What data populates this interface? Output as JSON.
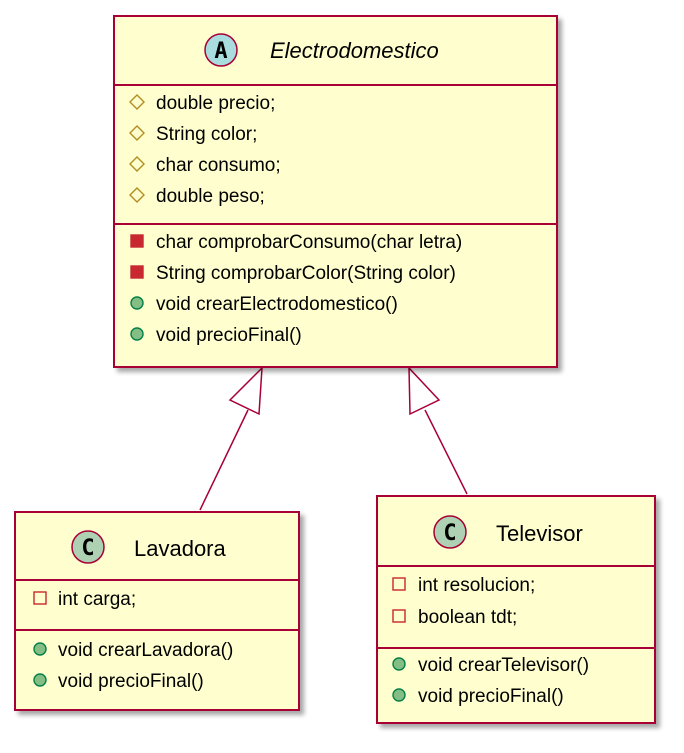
{
  "classes": {
    "electrodomestico": {
      "stereotype_letter": "A",
      "stereotype_color": "#A9DCDF",
      "name": "Electrodomestico",
      "attributes": [
        {
          "visibility": "protected",
          "text": "double precio;"
        },
        {
          "visibility": "protected",
          "text": "String color;"
        },
        {
          "visibility": "protected",
          "text": "char consumo;"
        },
        {
          "visibility": "protected",
          "text": "double peso;"
        }
      ],
      "methods": [
        {
          "visibility": "private",
          "text": "char comprobarConsumo(char letra)"
        },
        {
          "visibility": "private",
          "text": "String comprobarColor(String color)"
        },
        {
          "visibility": "public",
          "text": "void crearElectrodomestico()"
        },
        {
          "visibility": "public",
          "text": "void precioFinal()"
        }
      ]
    },
    "lavadora": {
      "stereotype_letter": "C",
      "stereotype_color": "#ADD1B2",
      "name": "Lavadora",
      "attributes": [
        {
          "visibility": "private",
          "text": "int carga;"
        }
      ],
      "methods": [
        {
          "visibility": "public",
          "text": "void crearLavadora()"
        },
        {
          "visibility": "public",
          "text": "void precioFinal()"
        }
      ]
    },
    "televisor": {
      "stereotype_letter": "C",
      "stereotype_color": "#ADD1B2",
      "name": "Televisor",
      "attributes": [
        {
          "visibility": "private",
          "text": "int resolucion;"
        },
        {
          "visibility": "private",
          "text": "boolean tdt;"
        }
      ],
      "methods": [
        {
          "visibility": "public",
          "text": "void crearTelevisor()"
        },
        {
          "visibility": "public",
          "text": "void precioFinal()"
        }
      ]
    }
  },
  "relations": [
    {
      "type": "inheritance",
      "from": "lavadora",
      "to": "electrodomestico"
    },
    {
      "type": "inheritance",
      "from": "televisor",
      "to": "electrodomestico"
    }
  ],
  "colors": {
    "class_fill": "#FEFECE",
    "border": "#A80036",
    "protected_icon": "#B38D22",
    "private_icon": "#C82930",
    "public_icon": "#038048",
    "public_icon_fill": "#84BE84"
  }
}
